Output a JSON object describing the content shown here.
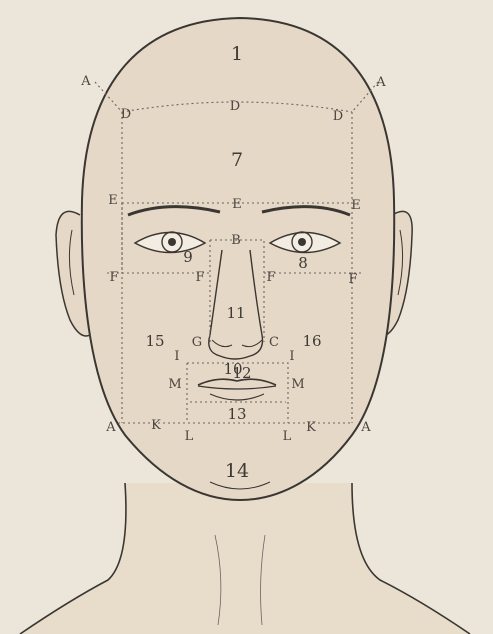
{
  "colors": {
    "paper": "#ece6da",
    "skin": "#e6d8c6",
    "ink": "#3a3632",
    "dotted": "#6a6460"
  },
  "regions": {
    "r1": "1",
    "r7": "7",
    "r8": "8",
    "r9": "9",
    "r10": "10",
    "r11": "11",
    "r12": "12",
    "r13": "13",
    "r14": "14",
    "r15": "15",
    "r16": "16"
  },
  "points": {
    "A_top_left": "A",
    "A_top_right": "A",
    "A_low_left": "A",
    "A_low_right": "A",
    "D_left": "D",
    "D_mid": "D",
    "D_right": "D",
    "E_left": "E",
    "E_mid": "E",
    "E_right": "E",
    "F_left": "F",
    "F_inner_left": "F",
    "F_inner_right": "F",
    "F_right": "F",
    "B": "B",
    "G": "G",
    "C": "C",
    "I_left": "I",
    "I_right": "I",
    "M_left": "M",
    "M_right": "M",
    "K_left": "K",
    "K_right": "K",
    "L_left": "L",
    "L_right": "L"
  }
}
